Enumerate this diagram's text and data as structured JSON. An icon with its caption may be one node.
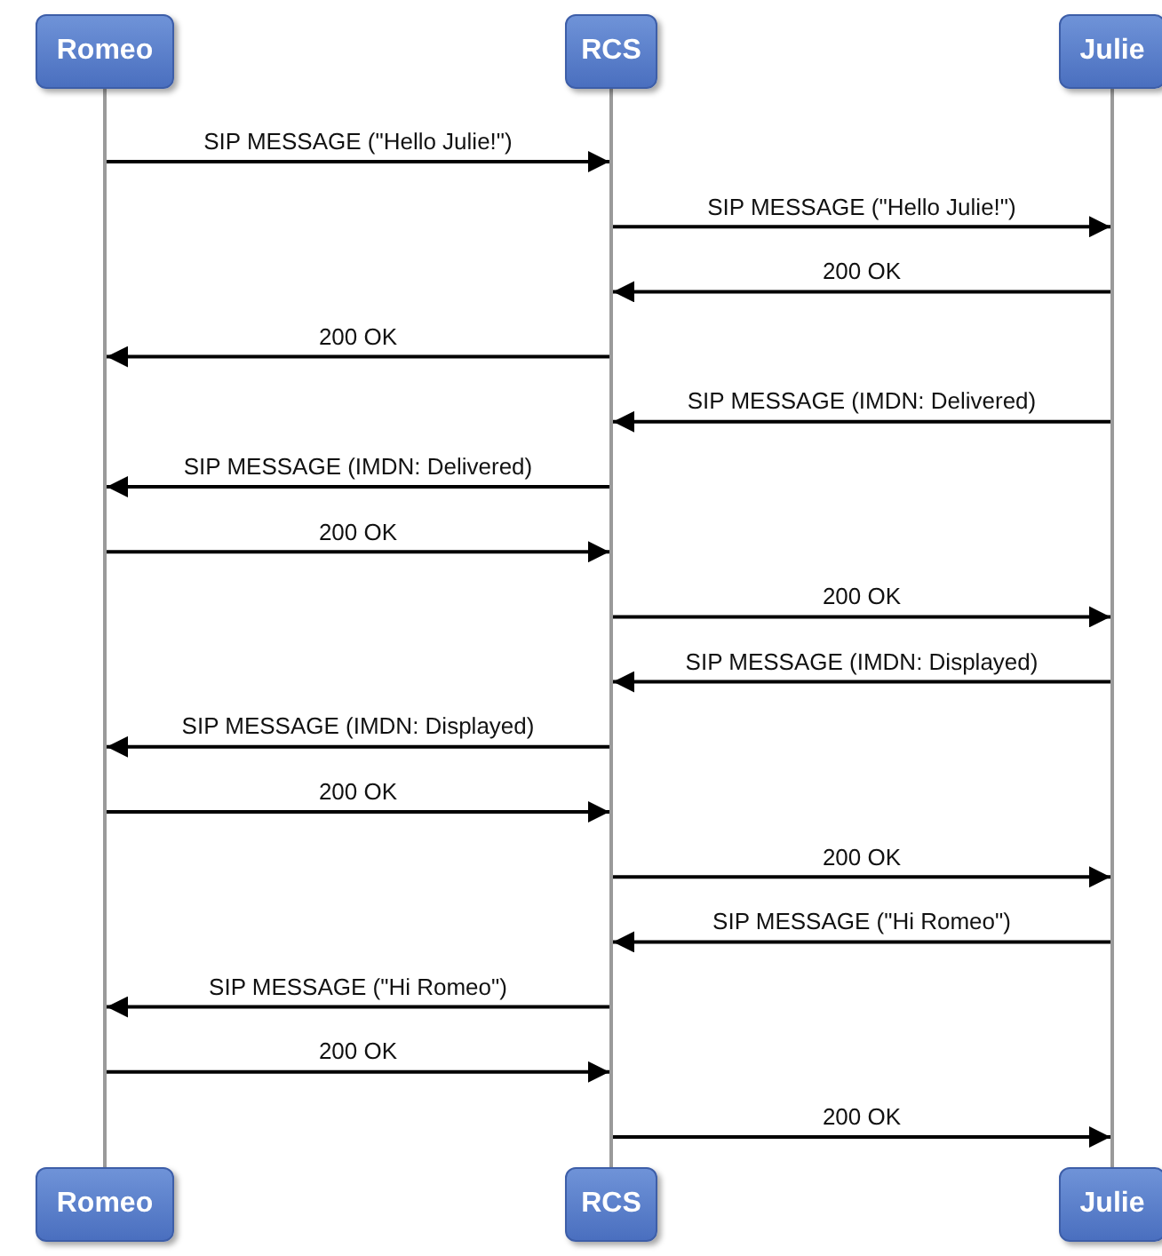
{
  "diagram": {
    "nodes": [
      {
        "text": [
          "Romeo"
        ]
      },
      {
        "text": [
          "RCS"
        ]
      },
      {
        "text": [
          "Julie"
        ]
      },
      {
        "text": [
          "Romeo"
        ]
      },
      {
        "text": [
          "RCS"
        ]
      },
      {
        "text": [
          "Julie"
        ]
      },
      {
        "text": [],
        "shape": "line"
      },
      {
        "text": [],
        "shape": "line"
      },
      {
        "text": [],
        "shape": "line"
      }
    ],
    "edges": [
      {
        "from": 6,
        "to": 7,
        "arrow": "to",
        "label": "SIP MESSAGE (\"Hello Julie!\")"
      },
      {
        "from": 7,
        "to": 8,
        "arrow": "to",
        "label": "SIP MESSAGE (\"Hello Julie!\")"
      },
      {
        "from": 8,
        "to": 7,
        "arrow": "to",
        "label": "200 OK"
      },
      {
        "from": 7,
        "to": 6,
        "arrow": "to",
        "label": "200 OK"
      },
      {
        "from": 8,
        "to": 7,
        "arrow": "to",
        "label": "SIP MESSAGE (IMDN: Delivered)"
      },
      {
        "from": 7,
        "to": 6,
        "arrow": "to",
        "label": "SIP MESSAGE (IMDN: Delivered)"
      },
      {
        "from": 6,
        "to": 7,
        "arrow": "to",
        "label": "200 OK"
      },
      {
        "from": 7,
        "to": 8,
        "arrow": "to",
        "label": "200 OK"
      },
      {
        "from": 8,
        "to": 7,
        "arrow": "to",
        "label": "SIP MESSAGE (IMDN: Displayed)"
      },
      {
        "from": 7,
        "to": 6,
        "arrow": "to",
        "label": "SIP MESSAGE (IMDN: Displayed)"
      },
      {
        "from": 6,
        "to": 7,
        "arrow": "to",
        "label": "200 OK"
      },
      {
        "from": 7,
        "to": 8,
        "arrow": "to",
        "label": "200 OK"
      },
      {
        "from": 8,
        "to": 7,
        "arrow": "to",
        "label": "SIP MESSAGE (\"Hi Romeo\")"
      },
      {
        "from": 7,
        "to": 6,
        "arrow": "to",
        "label": "SIP MESSAGE (\"Hi Romeo\")"
      },
      {
        "from": 6,
        "to": 7,
        "arrow": "to",
        "label": "200 OK"
      },
      {
        "from": 7,
        "to": 8,
        "arrow": "to",
        "label": "200 OK"
      }
    ]
  }
}
